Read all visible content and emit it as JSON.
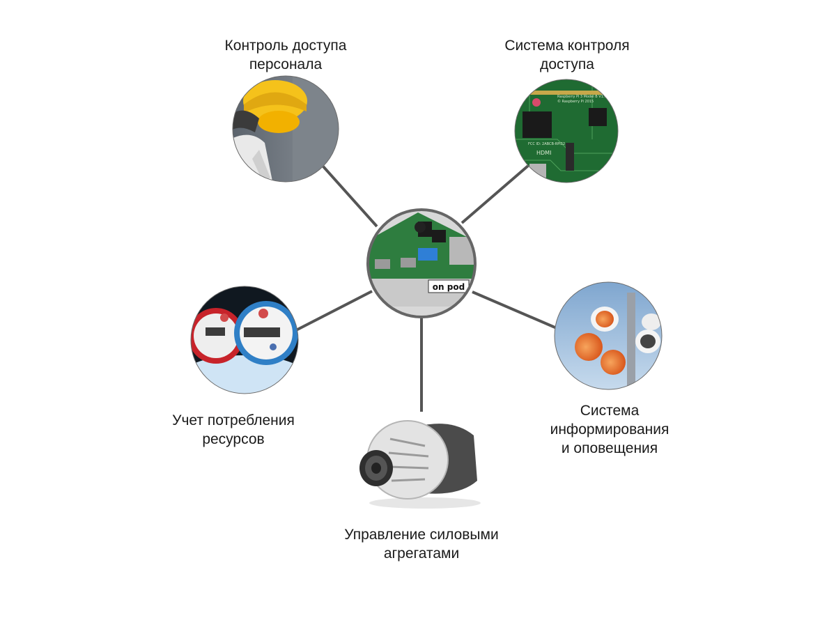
{
  "center": {
    "icon": "circuit-board-with-label-icon",
    "board_label": "on pod"
  },
  "nodes": [
    {
      "id": "personnel-access",
      "icon": "hard-hat-worker-icon",
      "label_lines": [
        "Контроль доступа",
        "персонала"
      ]
    },
    {
      "id": "access-control-system",
      "icon": "green-circuit-board-icon",
      "label_lines": [
        "Система контроля",
        "доступа"
      ],
      "board_text": [
        "Raspberry Pi 3 Model B V1.2",
        "© Raspberry Pi 2015",
        "FCC ID: 2ABCB-RPI32",
        "HDMI"
      ]
    },
    {
      "id": "resource-metering",
      "icon": "water-meters-icon",
      "label_lines": [
        "Учет потребления",
        "ресурсов"
      ]
    },
    {
      "id": "power-units",
      "icon": "alternator-icon",
      "label_lines": [
        "Управление силовыми",
        "агрегатами"
      ]
    },
    {
      "id": "notification-system",
      "icon": "loudspeakers-icon",
      "label_lines": [
        "Система",
        "информирования",
        "и оповещения"
      ]
    }
  ],
  "colors": {
    "connector": "#555555",
    "node_border": "#6a6a6a",
    "text": "#1a1a1a"
  }
}
